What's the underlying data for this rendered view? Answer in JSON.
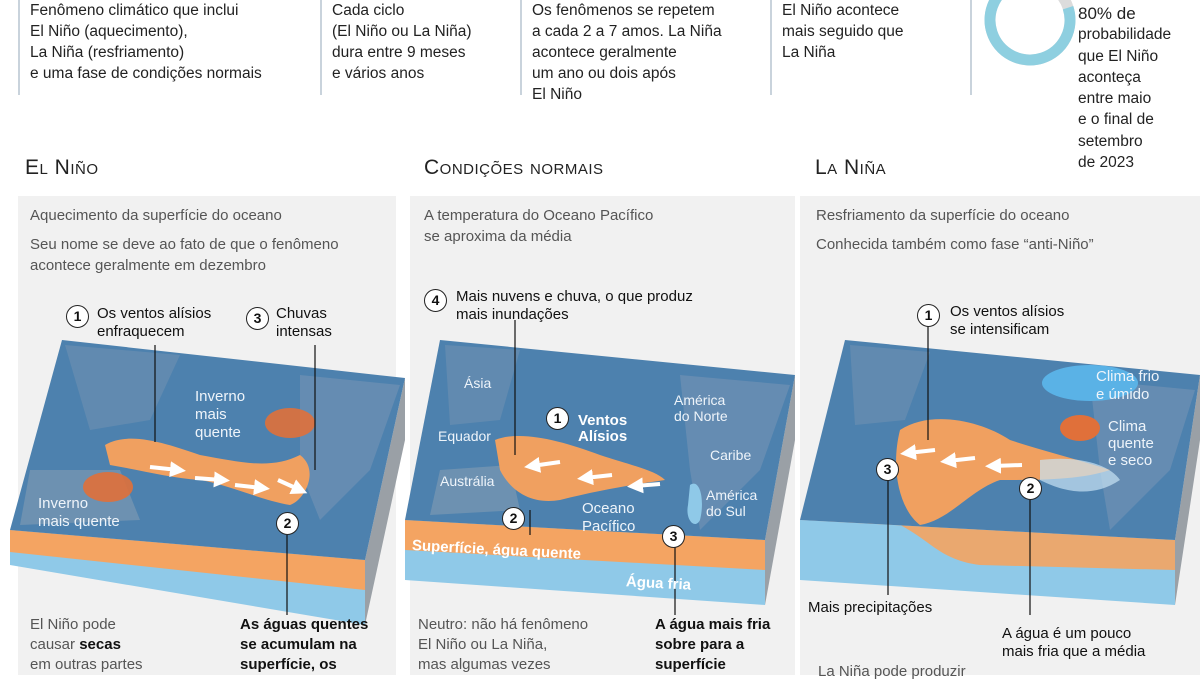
{
  "top_info": [
    {
      "lines": [
        "Fenômeno climático que inclui",
        "El Niño (aquecimento),",
        "La Niña (resfriamento)",
        "e uma fase de condições normais"
      ]
    },
    {
      "lines": [
        "Cada ciclo",
        "(El Niño ou La Niña)",
        "dura entre 9 meses",
        "e vários anos"
      ]
    },
    {
      "lines": [
        "Os fenômenos se repetem",
        "a cada 2 a 7 amos. La Niña",
        "acontece geralmente",
        "um ano ou dois após",
        "El Niño"
      ]
    },
    {
      "lines": [
        "El Niño acontece",
        "mais seguido que",
        "La Niña"
      ]
    },
    {
      "lines": [
        "80% de",
        "probabilidade",
        "que El Niño",
        "aconteça",
        "entre maio",
        "e o final de",
        "setembro",
        "de 2023"
      ],
      "probability_percent": 80
    }
  ],
  "colors": {
    "ocean": "#4a7fae",
    "warm": "#f0a060",
    "cold": "#8fc9e8",
    "donut": "#8ecfe0",
    "panel": "#f1f1f1"
  },
  "el_nino": {
    "title": "El Niño",
    "desc1": "Aquecimento da superfície do oceano",
    "desc2": [
      "Seu nome se deve ao fato de que o fenômeno",
      "acontece geralmente em dezembro"
    ],
    "callout1": {
      "num": "1",
      "lines": [
        "Os ventos alísios",
        "enfraquecem"
      ]
    },
    "callout3": {
      "num": "3",
      "lines": [
        "Chuvas",
        "intensas"
      ]
    },
    "num2": "2",
    "map_labels": {
      "winter1": [
        "Inverno",
        "mais",
        "quente"
      ],
      "winter2": [
        "Inverno",
        "mais quente"
      ]
    },
    "foot_left": {
      "pre": "El Niño pode",
      "l2a": "causar ",
      "l2b": "secas",
      "l3": "em outras partes"
    },
    "foot_right": [
      "As águas quentes",
      "se acumulam na",
      "superfície, os"
    ]
  },
  "normal": {
    "title": "Condições normais",
    "desc1": [
      "A temperatura do Oceano Pacífico",
      "se aproxima da média"
    ],
    "callout4": {
      "num": "4",
      "lines": [
        "Mais nuvens e chuva, o que produz",
        "mais inundações"
      ]
    },
    "num1": "1",
    "num2": "2",
    "num3": "3",
    "map_labels": {
      "asia": "Ásia",
      "equador": "Equador",
      "australia": "Austrália",
      "winds": [
        "Ventos",
        "Alísios"
      ],
      "na": [
        "América",
        "do Norte"
      ],
      "caribe": "Caribe",
      "sa": [
        "América",
        "do Sul"
      ],
      "pacific": [
        "Oceano",
        "Pacífico"
      ],
      "surface": "Superfície, água quente",
      "cold": "Água fria"
    },
    "foot_left": [
      "Neutro: não há fenômeno",
      "El Niño ou La Niña,",
      "mas algumas vezes"
    ],
    "foot_right": [
      "A água mais fria",
      "sobre para a",
      "superfície"
    ]
  },
  "la_nina": {
    "title": "La Niña",
    "desc1": "Resfriamento da superfície do oceano",
    "desc2": "Conhecida também como fase “anti-Niño”",
    "callout1": {
      "num": "1",
      "lines": [
        "Os ventos alísios",
        "se intensificam"
      ]
    },
    "num2": "2",
    "num3": "3",
    "map_labels": {
      "cold": [
        "Clima frio",
        "e úmido"
      ],
      "hot": [
        "Clima",
        "quente",
        "e seco"
      ]
    },
    "precip": "Mais precipitações",
    "water": [
      "A água é um pouco",
      "mais fria que a média"
    ],
    "foot": "La Niña pode produzir"
  }
}
